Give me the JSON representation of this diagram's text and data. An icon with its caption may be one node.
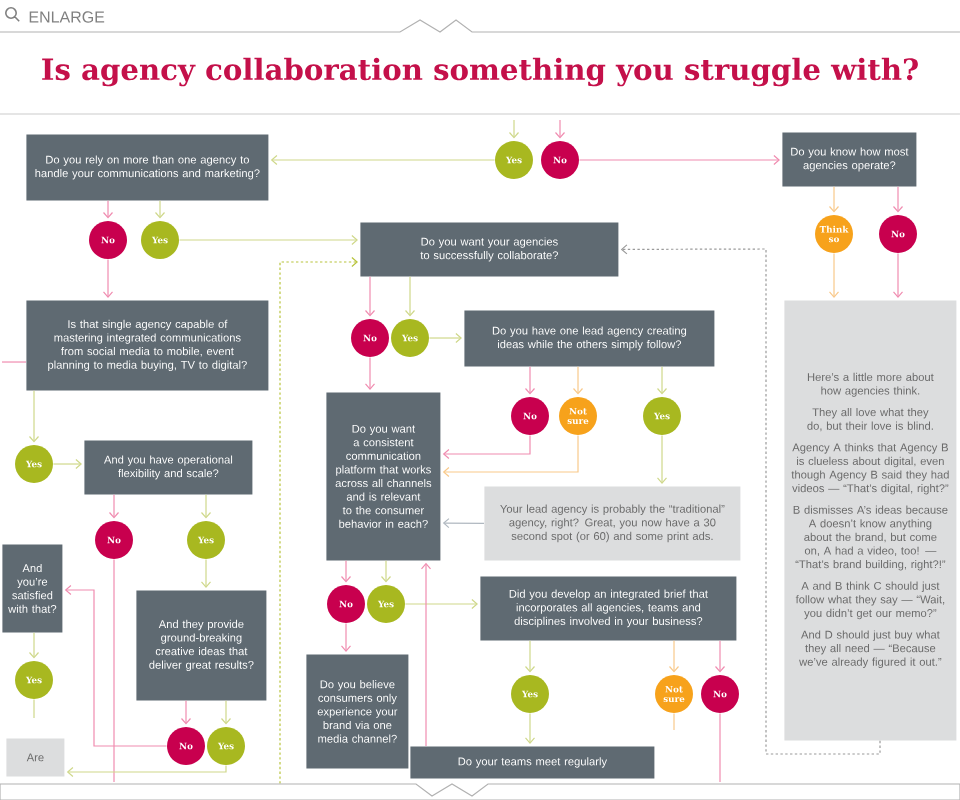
{
  "diagram": {
    "title": "Is agency collaboration something you struggle with?",
    "nodes": [
      {
        "text": [
          "Do you rely on more than one agency to handle your communications and marketing?"
        ]
      },
      {
        "text": [
          "No"
        ]
      },
      {
        "text": [
          "Yes"
        ]
      },
      {
        "text": [
          "Is that single agency capable of mastering integrated communications from social media to mobile, event planning to media buying, TV to digital?"
        ]
      },
      {
        "text": [
          "Do you want your agencies to successfully collaborate?"
        ]
      },
      {
        "text": [
          "Yes"
        ]
      },
      {
        "text": [
          "No"
        ]
      },
      {
        "text": [
          "Do you know how most agencies operate?"
        ]
      },
      {
        "text": [
          "Think so"
        ]
      },
      {
        "text": [
          "No"
        ]
      },
      {
        "text": [
          "Here’s a little more about how agencies think.",
          "They all love what they do, but their love is blind.",
          "Agency A thinks that Agency B is clueless about digital, even though Agency B said they had videos — “That’s digital, right?”",
          "B dismisses A’s ideas because A doesn’t know anything about the brand, but come on, A had a video, too! — “That’s brand building, right?!”",
          "A and B think C should just follow what they say — “Wait, you didn’t get our memo?”",
          "And D should just buy what they all need — “Because we’ve already figured it out.”"
        ]
      },
      {
        "text": [
          "No"
        ]
      },
      {
        "text": [
          "Yes"
        ]
      },
      {
        "text": [
          "Do you have one lead agency creating ideas while the others simply follow?"
        ]
      },
      {
        "text": [
          "No"
        ]
      },
      {
        "text": [
          "Not sure"
        ]
      },
      {
        "text": [
          "Yes"
        ]
      },
      {
        "text": [
          "Do you want a consistent communication platform that works across all channels and is relevant to the consumer behavior in each?"
        ]
      },
      {
        "text": [
          "Your lead agency is probably the “traditional” agency, right? Great, you now have a 30 second spot (or 60) and some print ads."
        ]
      },
      {
        "text": [
          "No"
        ]
      },
      {
        "text": [
          "Yes"
        ]
      },
      {
        "text": [
          "Did you develop an integrated brief that incorporates all agencies, teams and disciplines involved in your business?"
        ]
      },
      {
        "text": [
          "Yes"
        ]
      },
      {
        "text": [
          "Not sure"
        ]
      },
      {
        "text": [
          "No"
        ]
      },
      {
        "text": [
          "Do you believe consumers only experience your brand via one media channel?"
        ]
      },
      {
        "text": [
          "Do your teams meet regularly"
        ]
      },
      {
        "text": [
          "And you have operational flexibility and scale?"
        ]
      },
      {
        "text": [
          "Yes"
        ]
      },
      {
        "text": [
          "No"
        ]
      },
      {
        "text": [
          "Yes"
        ]
      },
      {
        "text": [
          "And they provide ground-breaking creative ideas that deliver great results?"
        ]
      },
      {
        "text": [
          "No"
        ]
      },
      {
        "text": [
          "Yes"
        ]
      },
      {
        "text": [
          "And you’re satisfied with that?"
        ]
      },
      {
        "text": [
          "Yes"
        ]
      },
      {
        "text": [
          "Are"
        ]
      }
    ],
    "edges": [
      {
        "from": 0,
        "to": 1,
        "arrow": "to",
        "color": "#f08cb0"
      },
      {
        "from": 0,
        "to": 2,
        "arrow": "to",
        "color": "#cfd88a"
      },
      {
        "from": 1,
        "to": 3,
        "arrow": "to",
        "color": "#f08cb0"
      },
      {
        "from": 2,
        "to": 4,
        "arrow": "to",
        "color": "#cfd88a"
      },
      {
        "from": 5,
        "to": 0,
        "arrow": "to",
        "color": "#cfd88a"
      },
      {
        "from": 6,
        "to": 7,
        "arrow": "to",
        "color": "#f08cb0"
      },
      {
        "from": null,
        "to": 5,
        "arrow": "to",
        "color": "#cfd88a"
      },
      {
        "from": null,
        "to": 6,
        "arrow": "to",
        "color": "#f08cb0"
      },
      {
        "from": 7,
        "to": 8,
        "arrow": "to",
        "color": "#f9c98a"
      },
      {
        "from": 7,
        "to": 9,
        "arrow": "to",
        "color": "#f08cb0"
      },
      {
        "from": 8,
        "to": 10,
        "arrow": "to",
        "color": "#f9c98a"
      },
      {
        "from": 9,
        "to": 10,
        "arrow": "to",
        "color": "#f08cb0"
      },
      {
        "from": 10,
        "to": 4,
        "arrow": "to",
        "style": "dashed",
        "color": "#9a9a9a"
      },
      {
        "from": null,
        "to": 4,
        "arrow": "to",
        "style": "dashed",
        "color": "#b8c43c"
      },
      {
        "from": 4,
        "to": 11,
        "arrow": "to",
        "color": "#f08cb0"
      },
      {
        "from": 4,
        "to": 12,
        "arrow": "to",
        "color": "#cfd88a"
      },
      {
        "from": 11,
        "to": 17,
        "arrow": "to",
        "color": "#f08cb0"
      },
      {
        "from": 12,
        "to": 13,
        "arrow": "to",
        "color": "#cfd88a"
      },
      {
        "from": 13,
        "to": 14,
        "arrow": "to",
        "color": "#f08cb0"
      },
      {
        "from": 13,
        "to": 15,
        "arrow": "to",
        "color": "#f9c98a"
      },
      {
        "from": 13,
        "to": 16,
        "arrow": "to",
        "color": "#cfd88a"
      },
      {
        "from": 14,
        "to": 17,
        "arrow": "to",
        "color": "#f08cb0"
      },
      {
        "from": 15,
        "to": 17,
        "arrow": "to",
        "color": "#f9c98a"
      },
      {
        "from": 16,
        "to": 18,
        "arrow": "to",
        "color": "#cfd88a"
      },
      {
        "from": 18,
        "to": 17,
        "arrow": "to",
        "color": "#b0b8c0"
      },
      {
        "from": 17,
        "to": 19,
        "arrow": "to",
        "color": "#f08cb0"
      },
      {
        "from": 17,
        "to": 20,
        "arrow": "to",
        "color": "#cfd88a"
      },
      {
        "from": 19,
        "to": 25,
        "arrow": "to",
        "color": "#f08cb0"
      },
      {
        "from": 20,
        "to": 21,
        "arrow": "to",
        "color": "#cfd88a"
      },
      {
        "from": 26,
        "to": 17,
        "arrow": "to",
        "color": "#f08cb0"
      },
      {
        "from": 21,
        "to": 22,
        "arrow": "to",
        "color": "#cfd88a"
      },
      {
        "from": 21,
        "to": 23,
        "arrow": "to",
        "color": "#f9c98a"
      },
      {
        "from": 21,
        "to": 24,
        "arrow": "to",
        "color": "#f08cb0"
      },
      {
        "from": 22,
        "to": 26,
        "arrow": "to",
        "color": "#cfd88a"
      },
      {
        "from": 23,
        "to": null,
        "arrow": "none",
        "color": "#f9c98a"
      },
      {
        "from": 24,
        "to": null,
        "arrow": "none",
        "color": "#f08cb0"
      },
      {
        "from": 3,
        "to": 28,
        "arrow": "to",
        "color": "#cfd88a"
      },
      {
        "from": 3,
        "to": null,
        "arrow": "none",
        "color": "#f08cb0"
      },
      {
        "from": 28,
        "to": 27,
        "arrow": "to",
        "color": "#cfd88a"
      },
      {
        "from": 27,
        "to": 29,
        "arrow": "to",
        "color": "#f08cb0"
      },
      {
        "from": 27,
        "to": 30,
        "arrow": "to",
        "color": "#cfd88a"
      },
      {
        "from": 29,
        "to": null,
        "arrow": "none",
        "color": "#f08cb0"
      },
      {
        "from": 30,
        "to": 31,
        "arrow": "to",
        "color": "#cfd88a"
      },
      {
        "from": 31,
        "to": 32,
        "arrow": "to",
        "color": "#f08cb0"
      },
      {
        "from": 31,
        "to": 33,
        "arrow": "to",
        "color": "#cfd88a"
      },
      {
        "from": 32,
        "to": 34,
        "arrow": "to",
        "color": "#f08cb0"
      },
      {
        "from": 33,
        "to": 36,
        "arrow": "to",
        "color": "#cfd88a"
      },
      {
        "from": 34,
        "to": 35,
        "arrow": "to",
        "color": "#cfd88a"
      },
      {
        "from": 35,
        "to": null,
        "arrow": "none",
        "color": "#cfd88a"
      }
    ],
    "labels": [
      "ENLARGE"
    ]
  }
}
